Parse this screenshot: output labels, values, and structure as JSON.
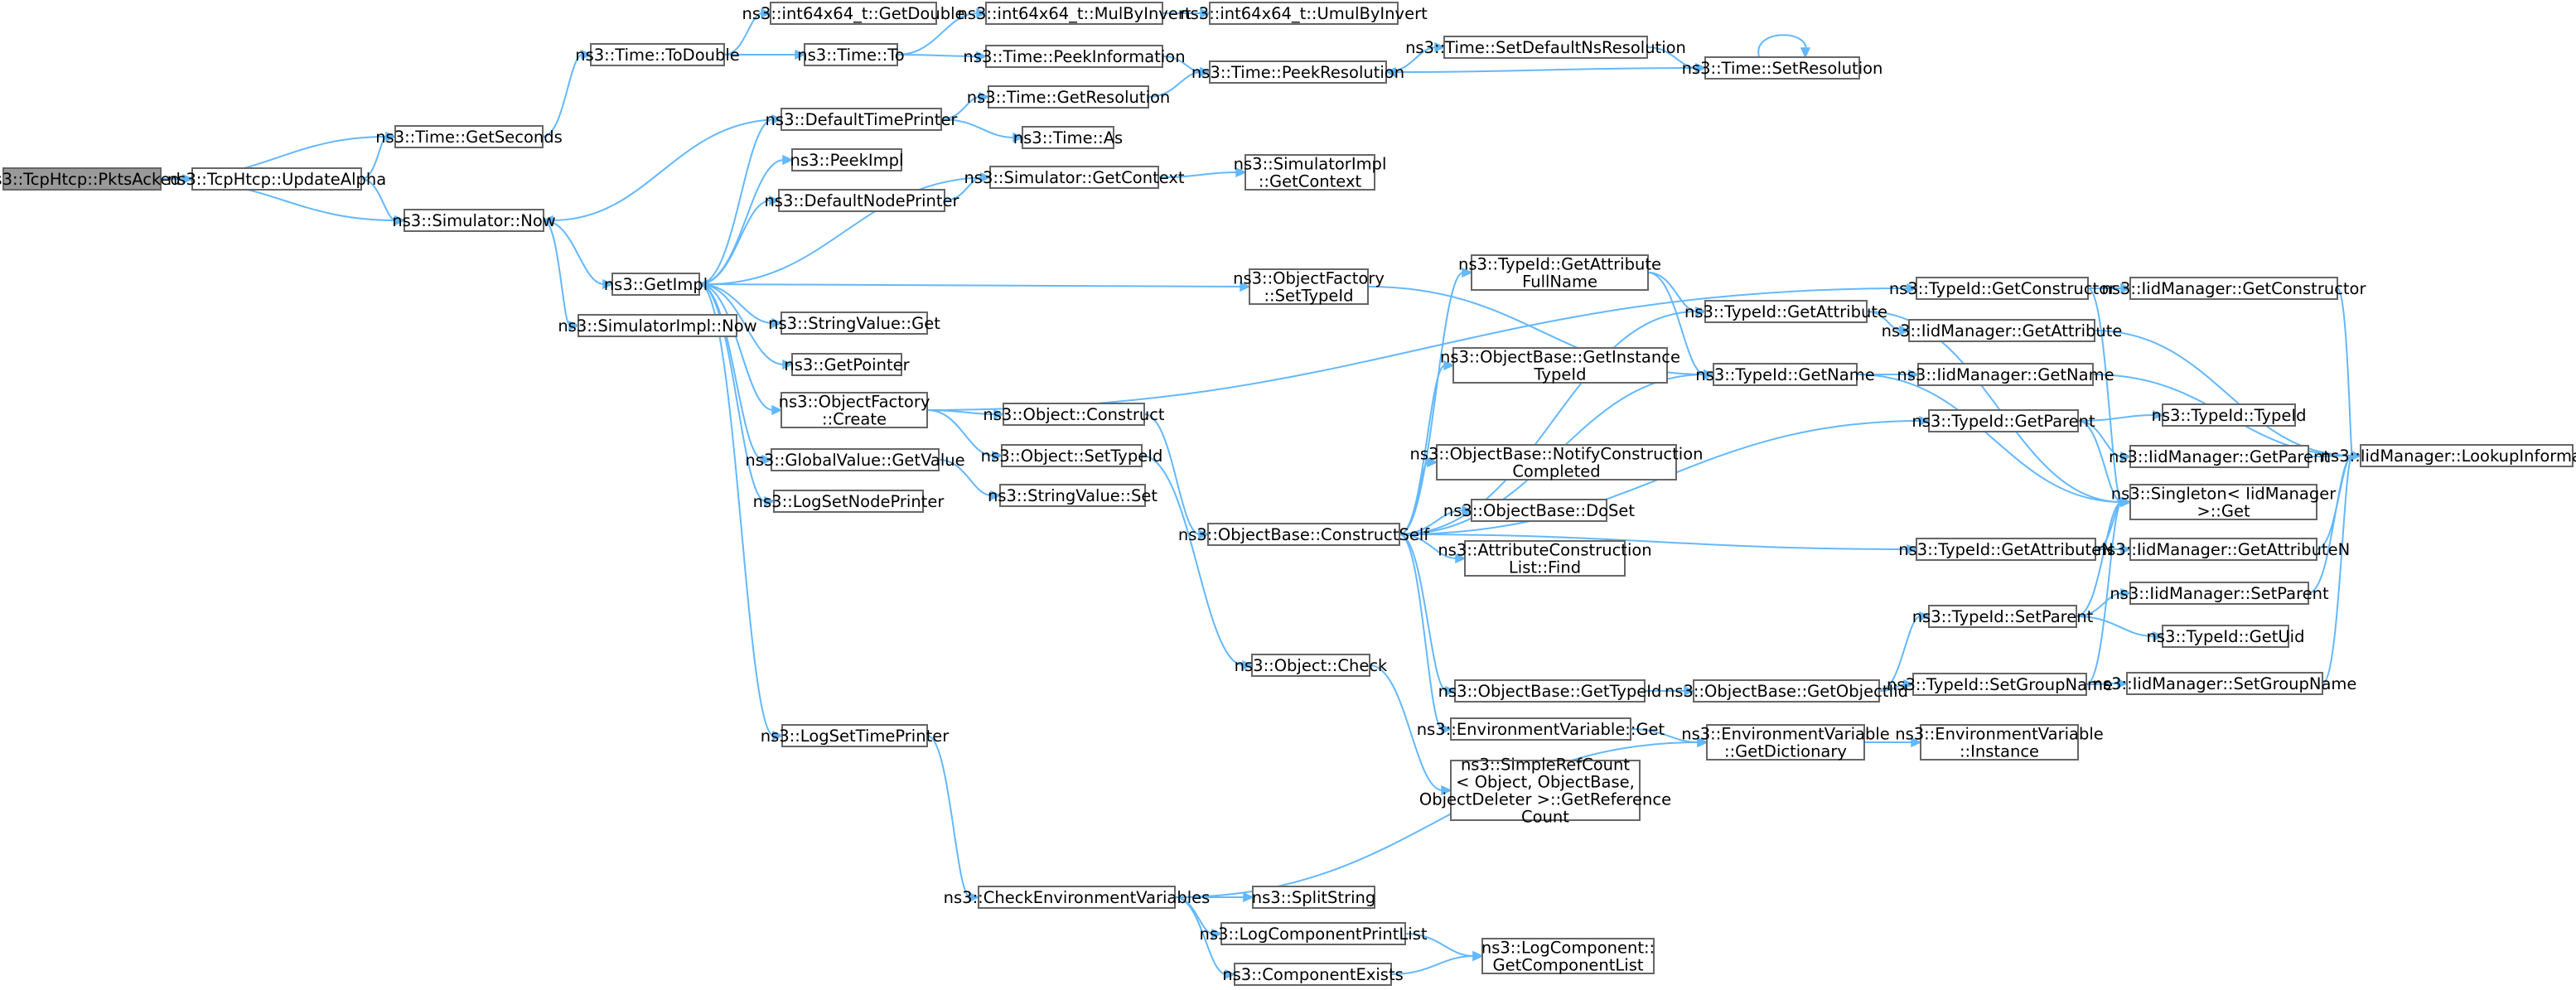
{
  "colors": {
    "edge": "#63b8ff",
    "node_border": "#666666",
    "node_fill": "#ffffff",
    "root_fill": "#999999",
    "text": "#000000",
    "background": "#ffffff"
  },
  "nodes": [
    {
      "id": "n0",
      "lines": [
        "ns3::TcpHtcp::PktsAcked"
      ]
    },
    {
      "id": "n1",
      "lines": [
        "ns3::Time::GetSeconds"
      ]
    },
    {
      "id": "n2",
      "lines": [
        "ns3::TcpHtcp::UpdateAlpha"
      ]
    },
    {
      "id": "n3",
      "lines": [
        "ns3::Simulator::Now"
      ]
    },
    {
      "id": "n4",
      "lines": [
        "ns3::Time::ToDouble"
      ]
    },
    {
      "id": "n5",
      "lines": [
        "ns3::int64x64_t::GetDouble"
      ]
    },
    {
      "id": "n6",
      "lines": [
        "ns3::Time::To"
      ]
    },
    {
      "id": "n7",
      "lines": [
        "ns3::int64x64_t::MulByInvert"
      ]
    },
    {
      "id": "n8",
      "lines": [
        "ns3::int64x64_t::UmulByInvert"
      ]
    },
    {
      "id": "n9",
      "lines": [
        "ns3::Time::PeekInformation"
      ]
    },
    {
      "id": "n10",
      "lines": [
        "ns3::Time::PeekResolution"
      ]
    },
    {
      "id": "n11",
      "lines": [
        "ns3::Time::SetDefaultNsResolution"
      ]
    },
    {
      "id": "n12",
      "lines": [
        "ns3::Time::SetResolution"
      ]
    },
    {
      "id": "n13",
      "lines": [
        "ns3::DefaultTimePrinter"
      ]
    },
    {
      "id": "n14",
      "lines": [
        "ns3::Time::GetResolution"
      ]
    },
    {
      "id": "n15",
      "lines": [
        "ns3::Time::As"
      ]
    },
    {
      "id": "n16",
      "lines": [
        "ns3::PeekImpl"
      ]
    },
    {
      "id": "n17",
      "lines": [
        "ns3::DefaultNodePrinter"
      ]
    },
    {
      "id": "n18",
      "lines": [
        "ns3::Simulator::GetContext"
      ]
    },
    {
      "id": "n19",
      "lines": [
        "ns3::SimulatorImpl",
        "::GetContext"
      ]
    },
    {
      "id": "n20",
      "lines": [
        "ns3::GetImpl"
      ]
    },
    {
      "id": "n21",
      "lines": [
        "ns3::SimulatorImpl::Now"
      ]
    },
    {
      "id": "n22",
      "lines": [
        "ns3::StringValue::Get"
      ]
    },
    {
      "id": "n23",
      "lines": [
        "ns3::GetPointer"
      ]
    },
    {
      "id": "n24",
      "lines": [
        "ns3::ObjectFactory",
        "::Create"
      ]
    },
    {
      "id": "n25",
      "lines": [
        "ns3::GlobalValue::GetValue"
      ]
    },
    {
      "id": "n26",
      "lines": [
        "ns3::LogSetNodePrinter"
      ]
    },
    {
      "id": "n27",
      "lines": [
        "ns3::LogSetTimePrinter"
      ]
    },
    {
      "id": "n28",
      "lines": [
        "ns3::ObjectFactory",
        "::SetTypeId"
      ]
    },
    {
      "id": "n29",
      "lines": [
        "ns3::Object::Construct"
      ]
    },
    {
      "id": "n30",
      "lines": [
        "ns3::Object::SetTypeId"
      ]
    },
    {
      "id": "n31",
      "lines": [
        "ns3::StringValue::Set"
      ]
    },
    {
      "id": "n32",
      "lines": [
        "ns3::ObjectBase::ConstructSelf"
      ]
    },
    {
      "id": "n33",
      "lines": [
        "ns3::Object::Check"
      ]
    },
    {
      "id": "n34",
      "lines": [
        "ns3::TypeId::GetAttribute",
        "FullName"
      ]
    },
    {
      "id": "n35",
      "lines": [
        "ns3::ObjectBase::GetInstance",
        "TypeId"
      ]
    },
    {
      "id": "n36",
      "lines": [
        "ns3::ObjectBase::NotifyConstruction",
        "Completed"
      ]
    },
    {
      "id": "n37",
      "lines": [
        "ns3::ObjectBase::DoSet"
      ]
    },
    {
      "id": "n38",
      "lines": [
        "ns3::AttributeConstruction",
        "List::Find"
      ]
    },
    {
      "id": "n39",
      "lines": [
        "ns3::ObjectBase::GetTypeId"
      ]
    },
    {
      "id": "n40",
      "lines": [
        "ns3::EnvironmentVariable::Get"
      ]
    },
    {
      "id": "n41",
      "lines": [
        "ns3::SimpleRefCount",
        "< Object, ObjectBase,",
        "ObjectDeleter >::GetReference",
        "Count"
      ]
    },
    {
      "id": "n42",
      "lines": [
        "ns3::TypeId::GetAttribute"
      ]
    },
    {
      "id": "n43",
      "lines": [
        "ns3::TypeId::GetName"
      ]
    },
    {
      "id": "n44",
      "lines": [
        "ns3::TypeId::GetConstructor"
      ]
    },
    {
      "id": "n45",
      "lines": [
        "ns3::IidManager::GetConstructor"
      ]
    },
    {
      "id": "n46",
      "lines": [
        "ns3::IidManager::GetAttribute"
      ]
    },
    {
      "id": "n47",
      "lines": [
        "ns3::IidManager::GetName"
      ]
    },
    {
      "id": "n48",
      "lines": [
        "ns3::TypeId::GetParent"
      ]
    },
    {
      "id": "n49",
      "lines": [
        "ns3::TypeId::TypeId"
      ]
    },
    {
      "id": "n50",
      "lines": [
        "ns3::IidManager::GetParent"
      ]
    },
    {
      "id": "n51",
      "lines": [
        "ns3::Singleton< IidManager",
        " >::Get"
      ]
    },
    {
      "id": "n52",
      "lines": [
        "ns3::IidManager::LookupInformation"
      ]
    },
    {
      "id": "n53",
      "lines": [
        "ns3::TypeId::GetAttributeN"
      ]
    },
    {
      "id": "n54",
      "lines": [
        "ns3::IidManager::GetAttributeN"
      ]
    },
    {
      "id": "n55",
      "lines": [
        "ns3::TypeId::SetParent"
      ]
    },
    {
      "id": "n56",
      "lines": [
        "ns3::IidManager::SetParent"
      ]
    },
    {
      "id": "n57",
      "lines": [
        "ns3::TypeId::GetUid"
      ]
    },
    {
      "id": "n58",
      "lines": [
        "ns3::ObjectBase::GetObjectIid"
      ]
    },
    {
      "id": "n59",
      "lines": [
        "ns3::TypeId::SetGroupName"
      ]
    },
    {
      "id": "n60",
      "lines": [
        "ns3::IidManager::SetGroupName"
      ]
    },
    {
      "id": "n61",
      "lines": [
        "ns3::EnvironmentVariable",
        "::GetDictionary"
      ]
    },
    {
      "id": "n62",
      "lines": [
        "ns3::EnvironmentVariable",
        "::Instance"
      ]
    },
    {
      "id": "n63",
      "lines": [
        "ns3::CheckEnvironmentVariables"
      ]
    },
    {
      "id": "n64",
      "lines": [
        "ns3::SplitString"
      ]
    },
    {
      "id": "n65",
      "lines": [
        "ns3::LogComponentPrintList"
      ]
    },
    {
      "id": "n66",
      "lines": [
        "ns3::LogComponent::",
        "GetComponentList"
      ]
    },
    {
      "id": "n67",
      "lines": [
        "ns3::ComponentExists"
      ]
    }
  ],
  "edges": [
    [
      "n0",
      "n1"
    ],
    [
      "n0",
      "n2"
    ],
    [
      "n0",
      "n3"
    ],
    [
      "n2",
      "n1"
    ],
    [
      "n2",
      "n3"
    ],
    [
      "n1",
      "n4"
    ],
    [
      "n4",
      "n5"
    ],
    [
      "n4",
      "n6"
    ],
    [
      "n6",
      "n7"
    ],
    [
      "n7",
      "n8"
    ],
    [
      "n6",
      "n9"
    ],
    [
      "n9",
      "n10"
    ],
    [
      "n10",
      "n11"
    ],
    [
      "n11",
      "n12"
    ],
    [
      "n12",
      "n10"
    ],
    [
      "n12",
      "n12"
    ],
    [
      "n3",
      "n20"
    ],
    [
      "n3",
      "n21"
    ],
    [
      "n13",
      "n3"
    ],
    [
      "n13",
      "n14"
    ],
    [
      "n13",
      "n15"
    ],
    [
      "n14",
      "n10"
    ],
    [
      "n17",
      "n18"
    ],
    [
      "n18",
      "n19"
    ],
    [
      "n18",
      "n20"
    ],
    [
      "n20",
      "n13"
    ],
    [
      "n20",
      "n16"
    ],
    [
      "n20",
      "n17"
    ],
    [
      "n20",
      "n22"
    ],
    [
      "n20",
      "n23"
    ],
    [
      "n20",
      "n24"
    ],
    [
      "n20",
      "n25"
    ],
    [
      "n20",
      "n26"
    ],
    [
      "n20",
      "n27"
    ],
    [
      "n20",
      "n28"
    ],
    [
      "n24",
      "n29"
    ],
    [
      "n24",
      "n30"
    ],
    [
      "n24",
      "n44"
    ],
    [
      "n25",
      "n31"
    ],
    [
      "n28",
      "n43"
    ],
    [
      "n29",
      "n32"
    ],
    [
      "n30",
      "n33"
    ],
    [
      "n32",
      "n34"
    ],
    [
      "n32",
      "n35"
    ],
    [
      "n32",
      "n36"
    ],
    [
      "n32",
      "n37"
    ],
    [
      "n32",
      "n38"
    ],
    [
      "n32",
      "n39"
    ],
    [
      "n32",
      "n40"
    ],
    [
      "n32",
      "n42"
    ],
    [
      "n32",
      "n43"
    ],
    [
      "n32",
      "n48"
    ],
    [
      "n32",
      "n53"
    ],
    [
      "n33",
      "n41"
    ],
    [
      "n34",
      "n42"
    ],
    [
      "n34",
      "n43"
    ],
    [
      "n39",
      "n58"
    ],
    [
      "n40",
      "n61"
    ],
    [
      "n42",
      "n46"
    ],
    [
      "n42",
      "n51"
    ],
    [
      "n43",
      "n47"
    ],
    [
      "n43",
      "n51"
    ],
    [
      "n44",
      "n45"
    ],
    [
      "n44",
      "n51"
    ],
    [
      "n45",
      "n52"
    ],
    [
      "n46",
      "n52"
    ],
    [
      "n47",
      "n52"
    ],
    [
      "n48",
      "n49"
    ],
    [
      "n48",
      "n50"
    ],
    [
      "n48",
      "n51"
    ],
    [
      "n50",
      "n52"
    ],
    [
      "n53",
      "n54"
    ],
    [
      "n53",
      "n51"
    ],
    [
      "n54",
      "n52"
    ],
    [
      "n55",
      "n56"
    ],
    [
      "n55",
      "n57"
    ],
    [
      "n55",
      "n51"
    ],
    [
      "n56",
      "n52"
    ],
    [
      "n58",
      "n55"
    ],
    [
      "n58",
      "n59"
    ],
    [
      "n59",
      "n60"
    ],
    [
      "n59",
      "n51"
    ],
    [
      "n60",
      "n52"
    ],
    [
      "n61",
      "n62"
    ],
    [
      "n27",
      "n63"
    ],
    [
      "n63",
      "n61"
    ],
    [
      "n63",
      "n64"
    ],
    [
      "n63",
      "n65"
    ],
    [
      "n63",
      "n67"
    ],
    [
      "n65",
      "n66"
    ],
    [
      "n67",
      "n66"
    ]
  ]
}
